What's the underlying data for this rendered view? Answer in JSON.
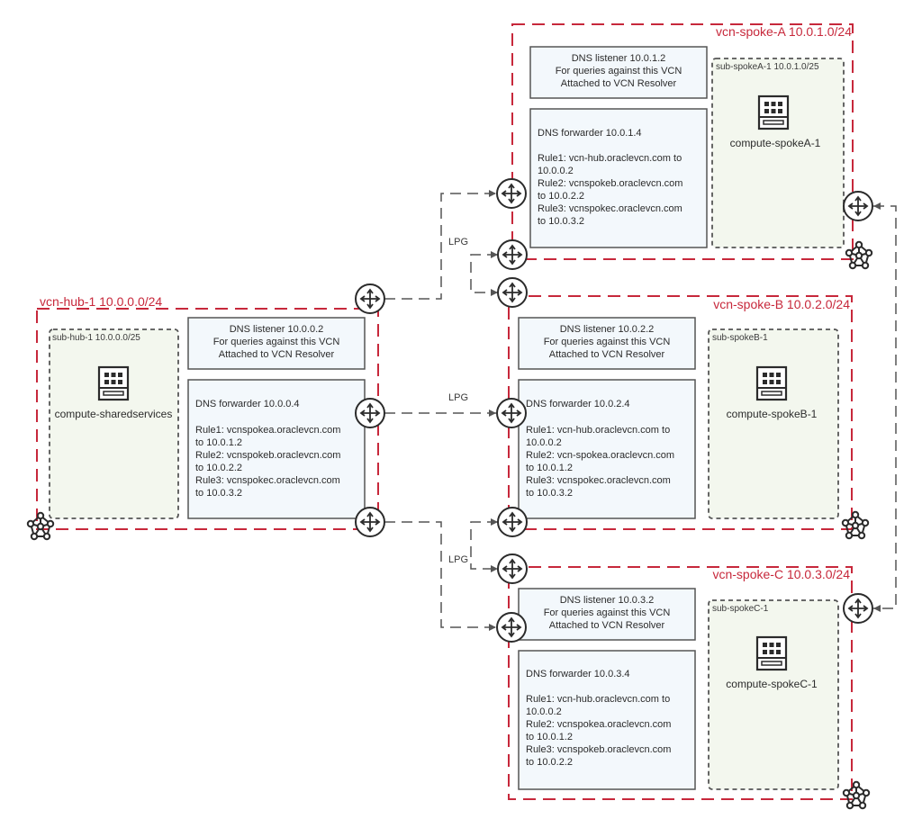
{
  "colors": {
    "vcn_border": "#c7283b",
    "subnet_border": "#555555",
    "subnet_fill": "#f3f7ee",
    "box_fill": "#f3f8fc",
    "box_border": "#555555",
    "line": "#555555"
  },
  "vcns": {
    "hub": {
      "title": "vcn-hub-1 10.0.0.0/24",
      "subnet": "sub-hub-1 10.0.0.0/25",
      "compute": "compute-sharedservices",
      "listener": [
        "DNS listener 10.0.0.2",
        "For queries against this VCN",
        "Attached to VCN Resolver"
      ],
      "forwarder": [
        "DNS forwarder 10.0.0.4",
        "",
        "Rule1: vcnspokea.oraclevcn.com",
        "to 10.0.1.2",
        "Rule2: vcnspokeb.oraclevcn.com",
        "to 10.0.2.2",
        "Rule3: vcnspokec.oraclevcn.com",
        "to 10.0.3.2"
      ]
    },
    "spokeA": {
      "title": "vcn-spoke-A 10.0.1.0/24",
      "subnet": "sub-spokeA-1 10.0.1.0/25",
      "compute": "compute-spokeA-1",
      "listener": [
        "DNS listener 10.0.1.2",
        "For queries against this VCN",
        "Attached to VCN Resolver"
      ],
      "forwarder": [
        "DNS forwarder 10.0.1.4",
        "",
        "Rule1: vcn-hub.oraclevcn.com to",
        "10.0.0.2",
        "Rule2: vcnspokeb.oraclevcn.com",
        "to 10.0.2.2",
        "Rule3: vcnspokec.oraclevcn.com",
        "to 10.0.3.2"
      ]
    },
    "spokeB": {
      "title": "vcn-spoke-B 10.0.2.0/24",
      "subnet": "sub-spokeB-1",
      "compute": "compute-spokeB-1",
      "listener": [
        "DNS listener 10.0.2.2",
        "For queries against this VCN",
        "Attached to VCN Resolver"
      ],
      "forwarder": [
        "DNS forwarder 10.0.2.4",
        "",
        "Rule1: vcn-hub.oraclevcn.com to",
        "10.0.0.2",
        "Rule2: vcn-spokea.oraclevcn.com",
        "to 10.0.1.2",
        "Rule3: vcnspokec.oraclevcn.com",
        "to 10.0.3.2"
      ]
    },
    "spokeC": {
      "title": "vcn-spoke-C 10.0.3.0/24",
      "subnet": "sub-spokeC-1",
      "compute": "compute-spokeC-1",
      "listener": [
        "DNS listener 10.0.3.2",
        "For queries against this VCN",
        "Attached to VCN Resolver"
      ],
      "forwarder": [
        "DNS forwarder 10.0.3.4",
        "",
        "Rule1: vcn-hub.oraclevcn.com to",
        "10.0.0.2",
        "Rule2: vcnspokea.oraclevcn.com",
        "to 10.0.1.2",
        "Rule3: vcnspokeb.oraclevcn.com",
        "to 10.0.2.2"
      ]
    }
  },
  "lpg_label": "LPG",
  "icons": {
    "router": "router-icon",
    "compute": "compute-icon",
    "drg": "network-mesh-icon"
  }
}
